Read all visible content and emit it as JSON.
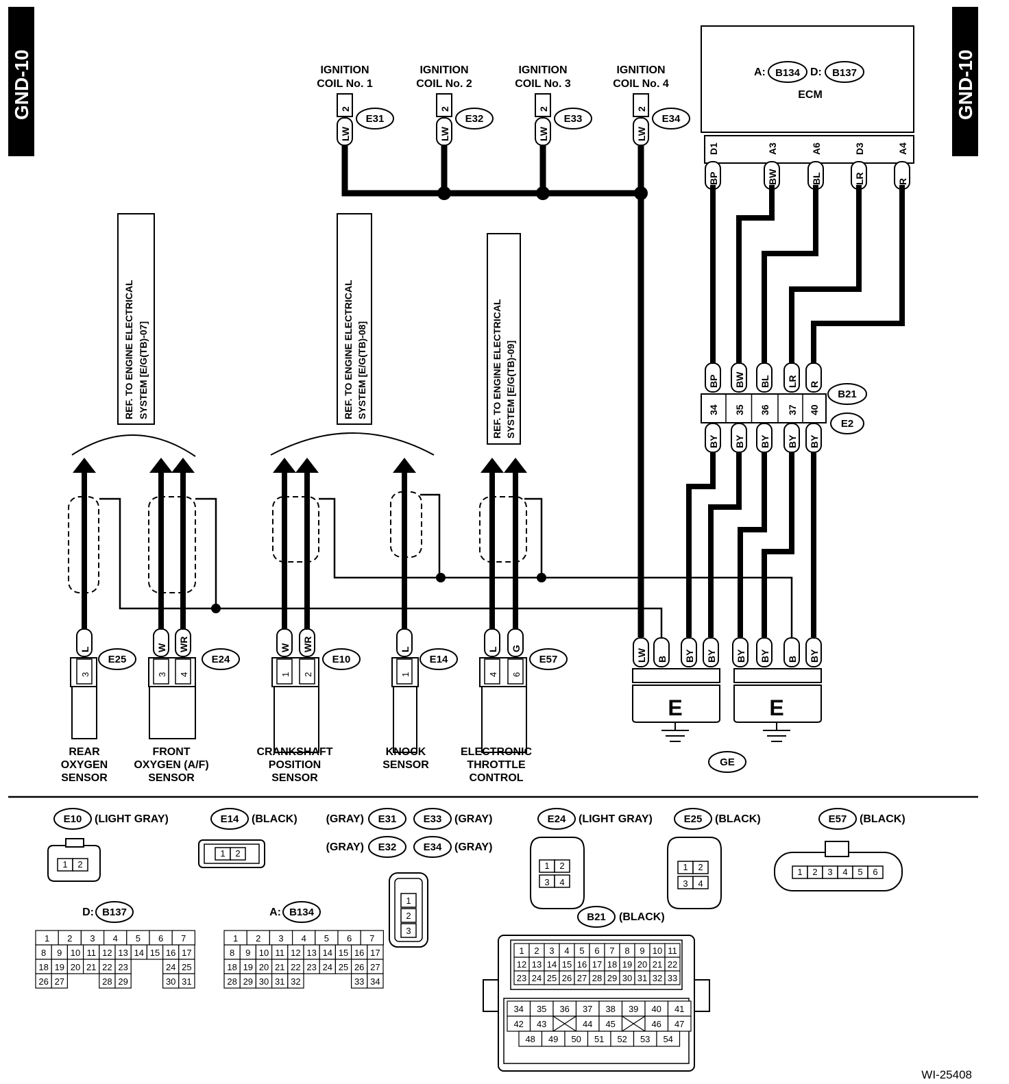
{
  "page_tag_left": "GND-10",
  "page_tag_right": "GND-10",
  "figure_id": "WI-25408",
  "ecm": {
    "label": "ECM",
    "conn_a_prefix": "A:",
    "conn_a": "B134",
    "conn_d_prefix": "D:",
    "conn_d": "B137",
    "terminals": [
      "D1",
      "A3",
      "A6",
      "D3",
      "A4"
    ],
    "wire_colors": [
      "BP",
      "BW",
      "BL",
      "LR",
      "R"
    ]
  },
  "coils": [
    {
      "line1": "IGNITION",
      "line2": "COIL No. 1",
      "pin": "2",
      "wire": "LW",
      "conn": "E31"
    },
    {
      "line1": "IGNITION",
      "line2": "COIL No. 2",
      "pin": "2",
      "wire": "LW",
      "conn": "E32"
    },
    {
      "line1": "IGNITION",
      "line2": "COIL No. 3",
      "pin": "2",
      "wire": "LW",
      "conn": "E33"
    },
    {
      "line1": "IGNITION",
      "line2": "COIL No. 4",
      "pin": "2",
      "wire": "LW",
      "conn": "E34"
    }
  ],
  "refs": [
    {
      "line1": "REF. TO ENGINE ELECTRICAL",
      "line2": "SYSTEM [E/G(TB)-07]"
    },
    {
      "line1": "REF. TO ENGINE ELECTRICAL",
      "line2": "SYSTEM [E/G(TB)-08]"
    },
    {
      "line1": "REF. TO ENGINE ELECTRICAL",
      "line2": "SYSTEM [E/G(TB)-09]"
    }
  ],
  "junction": {
    "conn_top": "B21",
    "conn_bottom": "E2",
    "top_colors": [
      "BP",
      "BW",
      "BL",
      "LR",
      "R"
    ],
    "pins": [
      "34",
      "35",
      "36",
      "37",
      "40"
    ],
    "bottom_colors": [
      "BY",
      "BY",
      "BY",
      "BY",
      "BY"
    ]
  },
  "sensors": [
    {
      "name1": "REAR",
      "name2": "OXYGEN",
      "name3": "SENSOR",
      "conn": "E25",
      "wires": [
        "L"
      ],
      "pins": [
        "3"
      ]
    },
    {
      "name1": "FRONT",
      "name2": "OXYGEN (A/F)",
      "name3": "SENSOR",
      "conn": "E24",
      "wires": [
        "W",
        "WR"
      ],
      "pins": [
        "3",
        "4"
      ]
    },
    {
      "name1": "CRANKSHAFT",
      "name2": "POSITION",
      "name3": "SENSOR",
      "conn": "E10",
      "wires": [
        "W",
        "WR"
      ],
      "pins": [
        "1",
        "2"
      ]
    },
    {
      "name1": "KNOCK",
      "name2": "SENSOR",
      "name3": "",
      "conn": "E14",
      "wires": [
        "L"
      ],
      "pins": [
        "1"
      ]
    },
    {
      "name1": "ELECTRONIC",
      "name2": "THROTTLE",
      "name3": "CONTROL",
      "conn": "E57",
      "wires": [
        "L",
        "G"
      ],
      "pins": [
        "4",
        "6"
      ]
    }
  ],
  "ground": {
    "left_wires": [
      "LW",
      "B",
      "BY",
      "BY"
    ],
    "right_wires": [
      "BY",
      "BY",
      "B",
      "BY"
    ],
    "left_label": "E",
    "right_label": "E",
    "tag": "GE"
  },
  "legend": {
    "e10": {
      "id": "E10",
      "color": "(LIGHT GRAY)",
      "pins": [
        "1",
        "2"
      ]
    },
    "e14": {
      "id": "E14",
      "color": "(BLACK)",
      "pins": [
        "1",
        "2"
      ]
    },
    "e31": {
      "id": "E31",
      "color": "(GRAY)"
    },
    "e32": {
      "id": "E32",
      "color": "(GRAY)"
    },
    "e33": {
      "id": "E33",
      "color": "(GRAY)"
    },
    "e34": {
      "id": "E34",
      "color": "(GRAY)"
    },
    "coil_pins": [
      "1",
      "2",
      "3"
    ],
    "e24": {
      "id": "E24",
      "color": "(LIGHT GRAY)",
      "pins": [
        "1",
        "2",
        "3",
        "4"
      ]
    },
    "e25": {
      "id": "E25",
      "color": "(BLACK)",
      "pins": [
        "1",
        "2",
        "3",
        "4"
      ]
    },
    "e57": {
      "id": "E57",
      "color": "(BLACK)",
      "pins": [
        "1",
        "2",
        "3",
        "4",
        "5",
        "6"
      ]
    },
    "b21": {
      "id": "B21",
      "color": "(BLACK)",
      "rows_top": [
        [
          "1",
          "2",
          "3",
          "4",
          "5",
          "6",
          "7",
          "8",
          "9",
          "10",
          "11"
        ],
        [
          "12",
          "13",
          "14",
          "15",
          "16",
          "17",
          "18",
          "19",
          "20",
          "21",
          "22"
        ],
        [
          "23",
          "24",
          "25",
          "26",
          "27",
          "28",
          "29",
          "30",
          "31",
          "32",
          "33"
        ]
      ],
      "rows_bottom": [
        [
          "34",
          "35",
          "36",
          "37",
          "38",
          "39",
          "40",
          "41"
        ],
        [
          "42",
          "43",
          "X",
          "44",
          "45",
          "X",
          "46",
          "47"
        ],
        [
          "48",
          "49",
          "50",
          "51",
          "52",
          "53",
          "54"
        ]
      ]
    },
    "b137": {
      "prefix": "D:",
      "id": "B137",
      "rows": [
        [
          "1",
          "2",
          "3",
          "4",
          "5",
          "6",
          "7"
        ],
        [
          "8",
          "9",
          "10",
          "11",
          "12",
          "13",
          "14",
          "15",
          "16",
          "17"
        ],
        [
          "18",
          "19",
          "20",
          "21",
          "22",
          "23",
          "",
          "",
          "24",
          "25"
        ],
        [
          "26",
          "27",
          "",
          "",
          "28",
          "29",
          "",
          "",
          "30",
          "31"
        ]
      ]
    },
    "b134": {
      "prefix": "A:",
      "id": "B134",
      "rows": [
        [
          "1",
          "2",
          "3",
          "4",
          "5",
          "6",
          "7"
        ],
        [
          "8",
          "9",
          "10",
          "11",
          "12",
          "13",
          "14",
          "15",
          "16",
          "17"
        ],
        [
          "18",
          "19",
          "20",
          "21",
          "22",
          "23",
          "24",
          "25",
          "26",
          "27"
        ],
        [
          "28",
          "29",
          "30",
          "31",
          "32",
          "",
          "",
          "",
          "33",
          "34"
        ]
      ]
    }
  }
}
